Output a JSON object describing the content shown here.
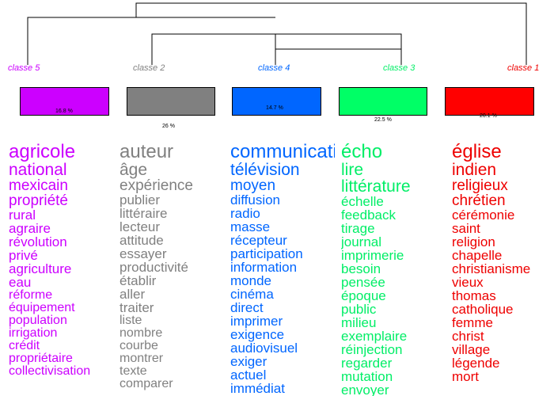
{
  "classes": [
    {
      "label": "classe  5",
      "color": "#cc00ff",
      "bar_color": "#cc00ff",
      "percent_label": "16.8 %",
      "words": [
        "agricole",
        "national",
        "mexicain",
        "propriété",
        "rural",
        "agraire",
        "révolution",
        "privé",
        "agriculture",
        "eau",
        "réforme",
        "équipement",
        "population",
        "irrigation",
        "crédit",
        "propriétaire",
        "collectivisation"
      ]
    },
    {
      "label": "classe  2",
      "color": "#808080",
      "bar_color": "#808080",
      "percent_label": "26 %",
      "words": [
        "auteur",
        "âge",
        "expérience",
        "publier",
        "littéraire",
        "lecteur",
        "attitude",
        "essayer",
        "productivité",
        "établir",
        "aller",
        "traiter",
        "liste",
        "nombre",
        "courbe",
        "montrer",
        "texte",
        "comparer"
      ]
    },
    {
      "label": "classe  4",
      "color": "#0066ff",
      "bar_color": "#0066ff",
      "percent_label": "14.7 %",
      "words": [
        "communication",
        "télévision",
        "moyen",
        "diffusion",
        "radio",
        "masse",
        "récepteur",
        "participation",
        "information",
        "monde",
        "cinéma",
        "direct",
        "imprimer",
        "exigence",
        "audiovisuel",
        "exiger",
        "actuel",
        "immédiat"
      ]
    },
    {
      "label": "classe  3",
      "color": "#00ee66",
      "bar_color": "#00ff66",
      "percent_label": "22.5 %",
      "words": [
        "écho",
        "lire",
        "littérature",
        "échelle",
        "feedback",
        "tirage",
        "journal",
        "imprimerie",
        "besoin",
        "pensée",
        "époque",
        "public",
        "milieu",
        "exemplaire",
        "réinjection",
        "regarder",
        "mutation",
        "envoyer"
      ]
    },
    {
      "label": "classe  1",
      "color": "#ee0000",
      "bar_color": "#ff0000",
      "percent_label": "20.1 %",
      "words": [
        "église",
        "indien",
        "religieux",
        "chrétien",
        "cérémonie",
        "saint",
        "religion",
        "chapelle",
        "christianisme",
        "vieux",
        "thomas",
        "catholique",
        "femme",
        "christ",
        "village",
        "légende",
        "mort"
      ]
    }
  ]
}
